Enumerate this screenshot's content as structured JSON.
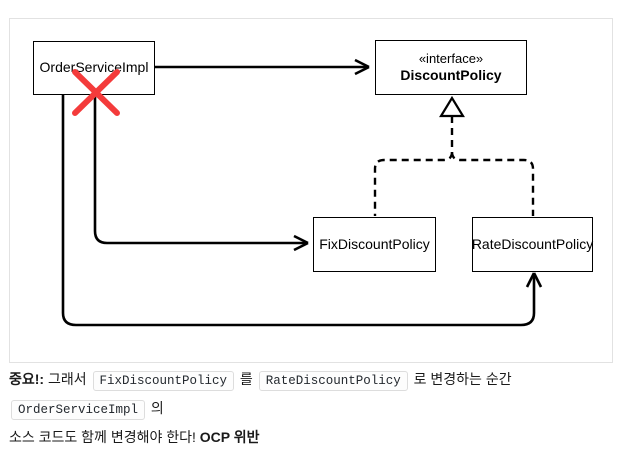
{
  "diagram": {
    "boxes": {
      "order_service": {
        "label": "OrderServiceImpl"
      },
      "discount_policy": {
        "stereotype": "«interface»",
        "label": "DiscountPolicy"
      },
      "fix_discount": {
        "label": "FixDiscountPolicy"
      },
      "rate_discount": {
        "label": "RateDiscountPolicy"
      }
    },
    "colors": {
      "line": "#000000",
      "cross": "#f43b3b",
      "frame_border": "#e2e2e2",
      "box_border": "#000000",
      "box_fill": "#ffffff",
      "text": "#1a1a1a",
      "code_bg": "#fdfdfd",
      "code_border": "#dddddd",
      "code_text": "#24292f"
    }
  },
  "caption": {
    "important": "중요!:",
    "t1": " 그래서 ",
    "code1": "FixDiscountPolicy",
    "t2": " 를 ",
    "code2": "RateDiscountPolicy",
    "t3": " 로 변경하는 순간 ",
    "code3": "OrderServiceImpl",
    "t4": " 의",
    "line2": "소스 코드도 함께 변경해야 한다! ",
    "emphasis": "OCP 위반"
  }
}
